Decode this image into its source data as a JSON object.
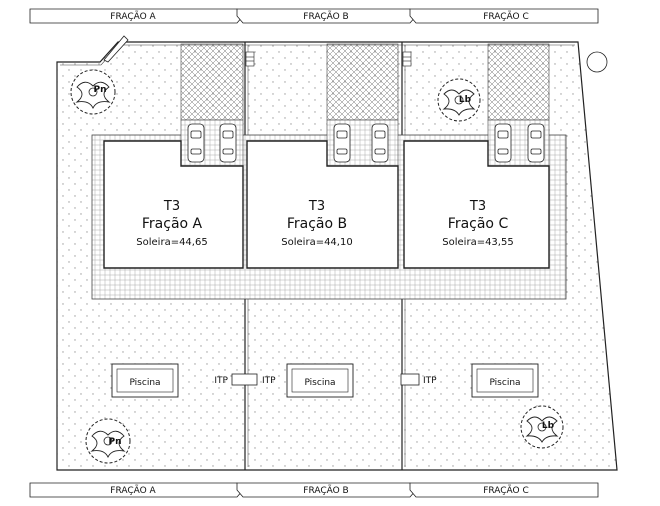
{
  "top_labels": [
    "FRAÇÃO A",
    "FRAÇÃO B",
    "FRAÇÃO C"
  ],
  "bottom_labels": [
    "FRAÇÃO A",
    "FRAÇÃO B",
    "FRAÇÃO C"
  ],
  "units": [
    {
      "type": "T3",
      "name": "Fração A",
      "soleira": "Soleira=44,65",
      "pool": "Piscina"
    },
    {
      "type": "T3",
      "name": "Fração B",
      "soleira": "Soleira=44,10",
      "pool": "Piscina"
    },
    {
      "type": "T3",
      "name": "Fração C",
      "soleira": "Soleira=43,55",
      "pool": "Piscina"
    }
  ],
  "itp": [
    "ITP",
    "ITP",
    "ITP"
  ],
  "trees": [
    "Pn",
    "Lb",
    "Lb",
    "Pn"
  ],
  "colors": {
    "line": "#222222",
    "dots": "#9a9a9a",
    "hatch": "#777777",
    "grid": "#aaaaaa"
  }
}
